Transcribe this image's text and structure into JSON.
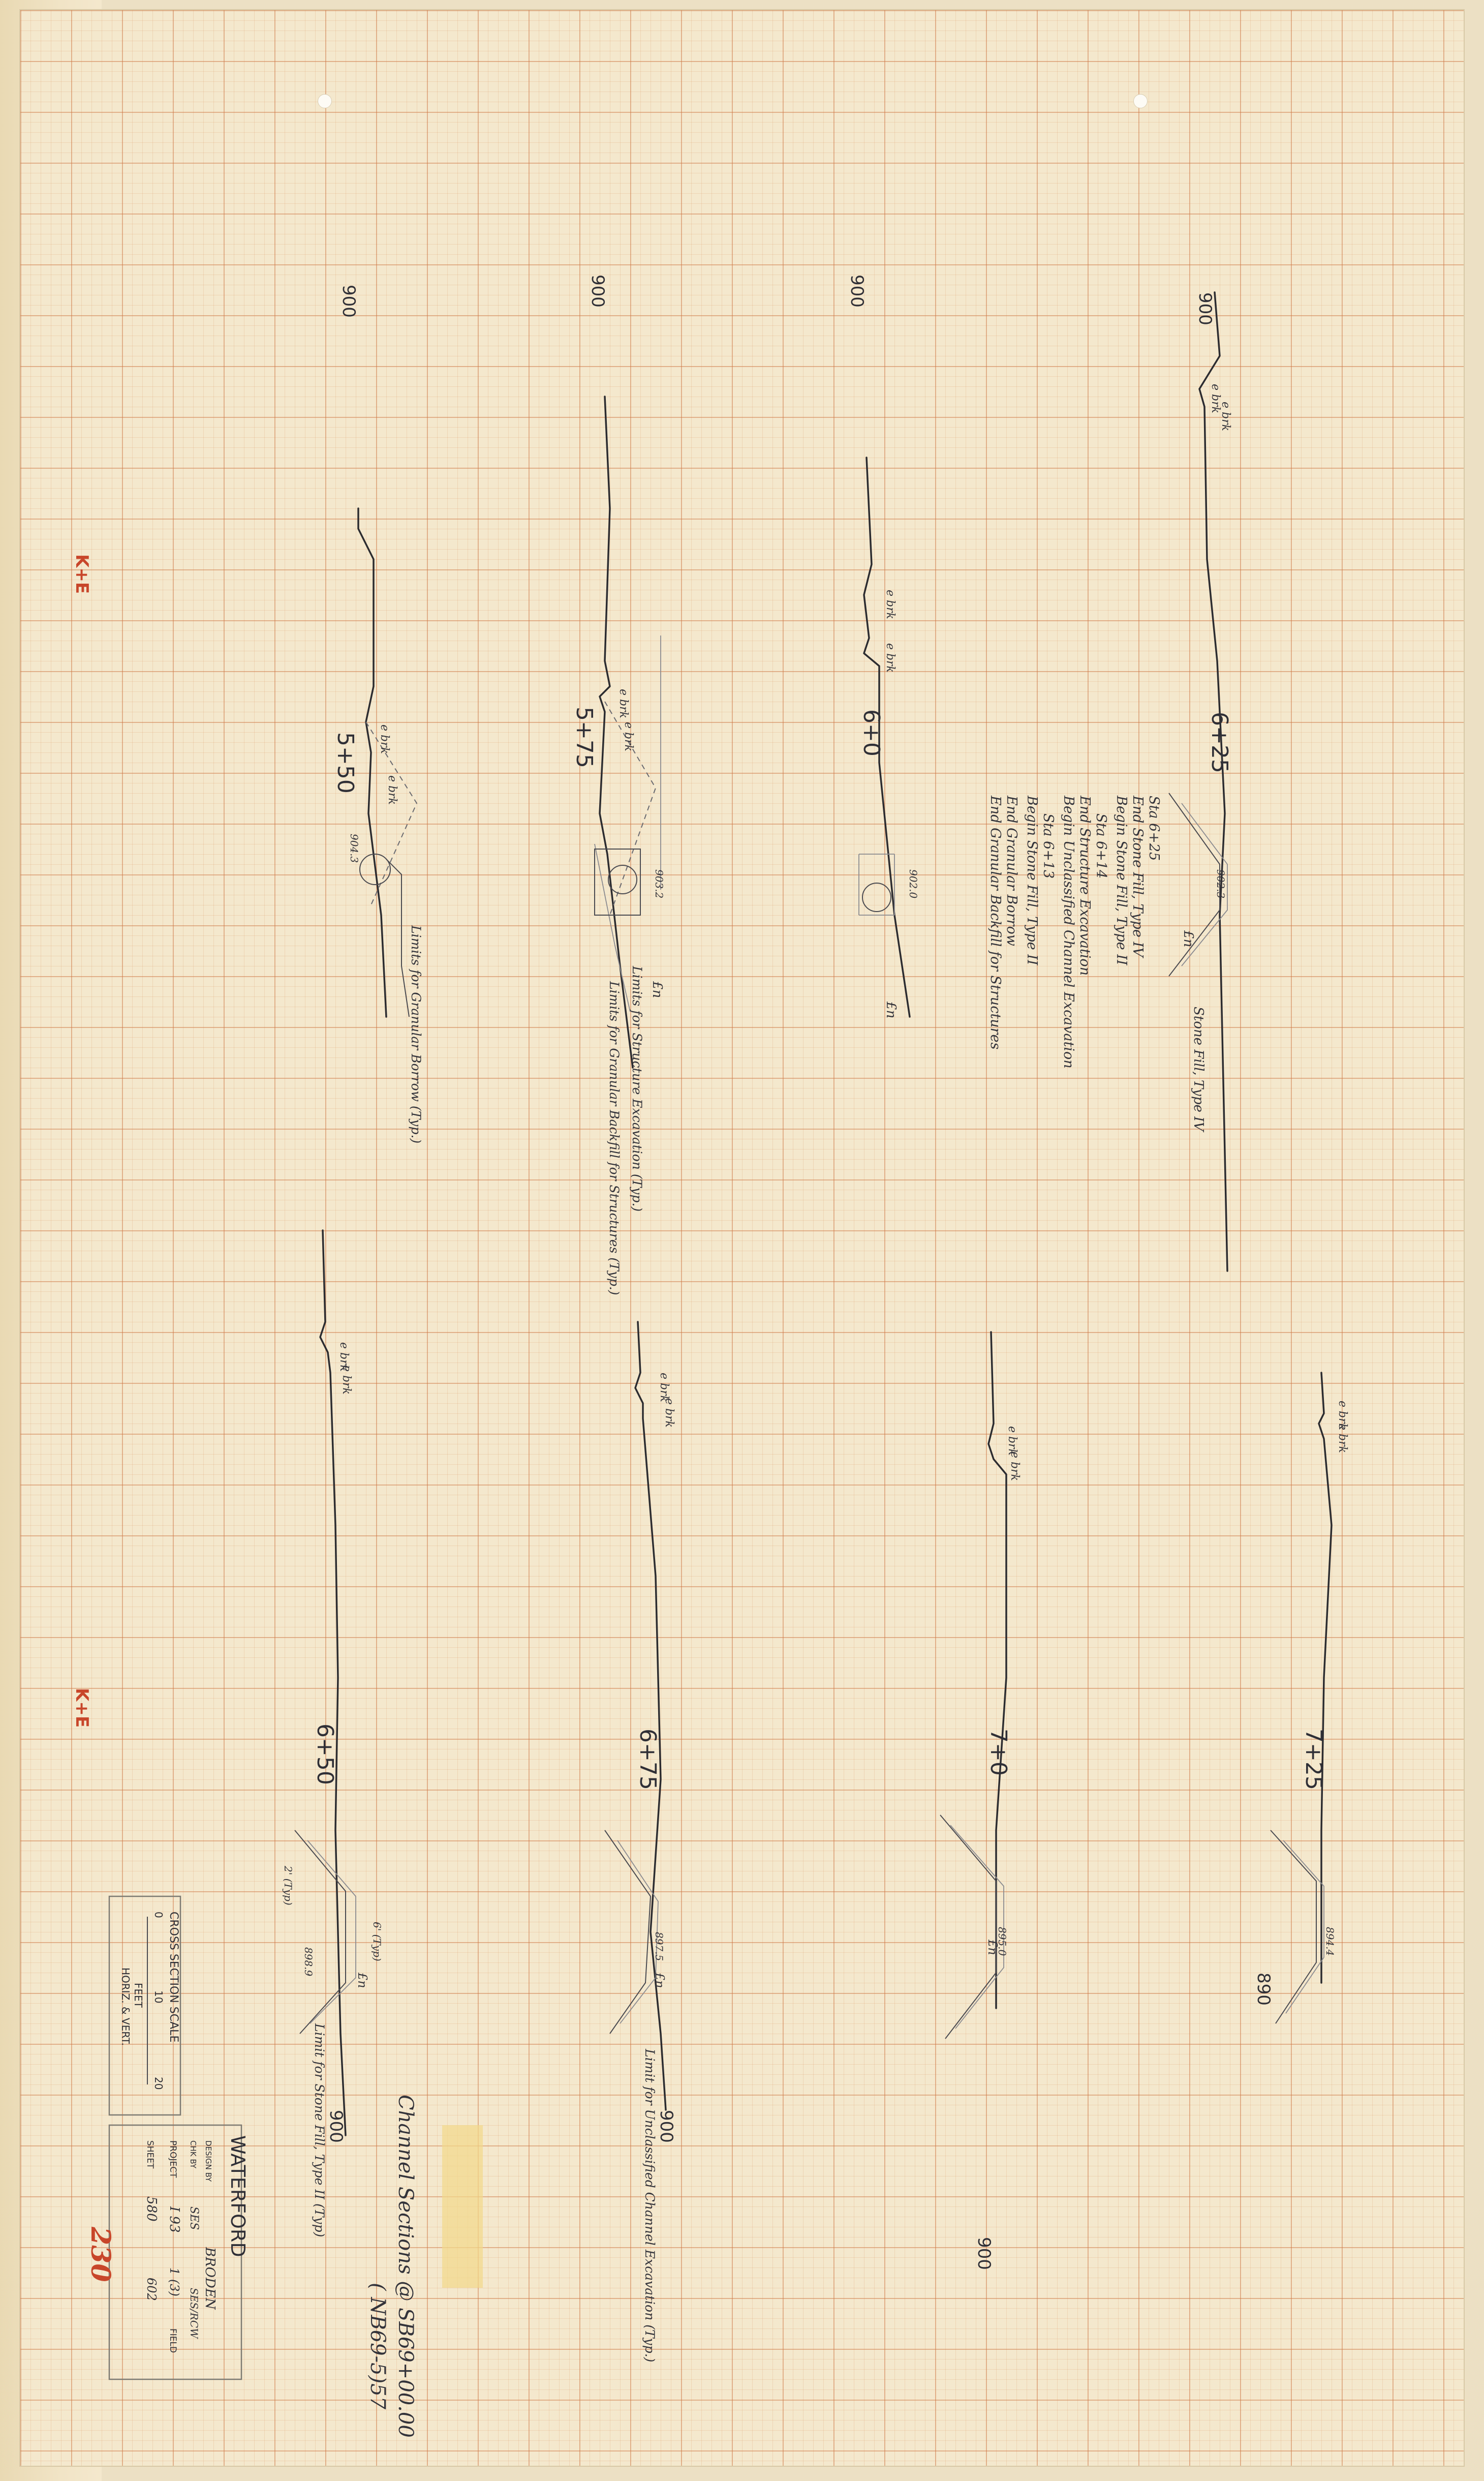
{
  "sheet": {
    "project_name": "WATERFORD",
    "title_line1": "Channel Sections @ SB69+00.00",
    "title_line2": "( NB69-5)57",
    "sheet_number": "230",
    "manufacturer_mark": "K+E",
    "colors": {
      "paper": "#f4e8cd",
      "grid": "#cd7846",
      "ink": "#2c2c30",
      "red_ink": "#c8462a"
    }
  },
  "title_block": {
    "designed_by_label": "DESIGN BY",
    "designed_by": "BRODEN",
    "checked_by_label": "CHK BY",
    "checked_by": "SES",
    "checked_by_2": "SES/RCW",
    "project_label": "PROJECT",
    "project": "I 93",
    "project_suffix": "1 (3)",
    "field_label": "FIELD",
    "sheet_label": "SHEET",
    "sheet_of": "580",
    "total_sheets": "602"
  },
  "scale_block": {
    "title": "CROSS SECTION SCALE",
    "ticks": [
      "0",
      "10",
      "20"
    ],
    "unit": "FEET",
    "orientation": "HORIZ. & VERT."
  },
  "sections": [
    {
      "station": "6+25",
      "elev_ref": "900",
      "labels": [
        "e brk",
        "e brk",
        "902.3",
        "Stone Fill, Type IV",
        "£n"
      ],
      "notes": [
        "Sta 6+25",
        "End Stone Fill, Type IV",
        "Begin Stone Fill, Type II",
        "Sta 6+14",
        "End Structure Excavation",
        "Begin Unclassified Channel Excavation",
        "Sta 6+13",
        "Begin Stone Fill, Type II",
        "End Granular Borrow",
        "End Granular Backfill for Structures"
      ]
    },
    {
      "station": "6+0",
      "elev_ref": "900",
      "labels": [
        "e brk",
        "e brk",
        "902.0",
        "£n"
      ]
    },
    {
      "station": "5+75",
      "elev_ref": "900",
      "labels": [
        "e brk",
        "e brk",
        "903.2",
        "£n"
      ],
      "notes": [
        "Limits for Structure Excavation (Typ.)",
        "Limits for Granular Backfill for Structures (Typ.)"
      ]
    },
    {
      "station": "5+50",
      "elev_ref": "900",
      "labels": [
        "e brk",
        "e brk",
        "904.3"
      ],
      "notes": [
        "Limits for Granular Borrow (Typ.)"
      ]
    },
    {
      "station": "7+25",
      "elev_ref": "890",
      "labels": [
        "e brk",
        "e brk",
        "894.4"
      ]
    },
    {
      "station": "7+0",
      "elev_ref": "900",
      "labels": [
        "e brk",
        "e brk",
        "895.0",
        "£n"
      ]
    },
    {
      "station": "6+75",
      "elev_ref": "900",
      "labels": [
        "e brk",
        "e brk",
        "897.5",
        "£n"
      ],
      "notes": [
        "Limit for Unclassified Channel Excavation (Typ.)"
      ]
    },
    {
      "station": "6+50",
      "elev_ref": "900",
      "labels": [
        "e brk",
        "e brk",
        "898.9",
        "2' (Typ)",
        "6' (Typ)",
        "£n"
      ],
      "notes": [
        "Limit for Stone Fill, Type II (Typ)"
      ]
    }
  ]
}
